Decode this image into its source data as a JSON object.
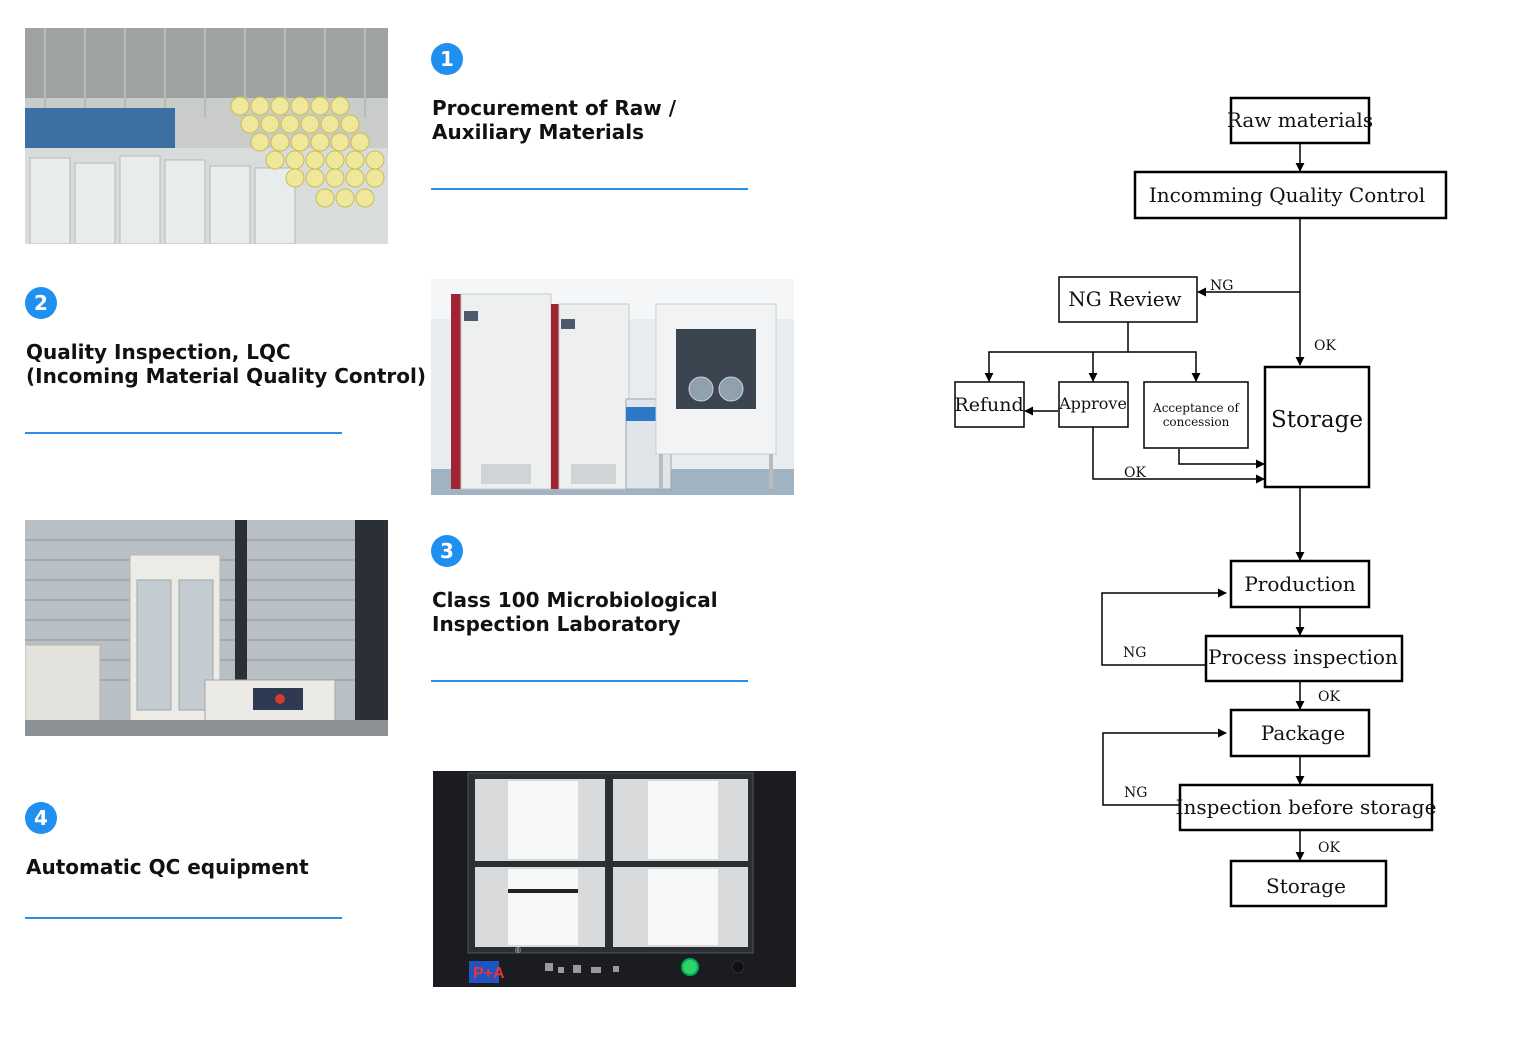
{
  "colors": {
    "accent": "#1f8ff0",
    "underline": "#2a8fe8"
  },
  "steps": [
    {
      "number": "1",
      "title_line1": "Procurement of Raw /",
      "title_line2": "Auxiliary Materials"
    },
    {
      "number": "2",
      "title_line1": "Quality Inspection, LQC",
      "title_line2": "(Incoming Material Quality Control)"
    },
    {
      "number": "3",
      "title_line1": "Class 100 Microbiological",
      "title_line2": "Inspection Laboratory"
    },
    {
      "number": "4",
      "title_line1": "Automatic QC equipment",
      "title_line2": ""
    }
  ],
  "photos": [
    {
      "subject": "raw-materials-warehouse"
    },
    {
      "subject": "inspection-chambers"
    },
    {
      "subject": "microbiological-laboratory"
    },
    {
      "subject": "automatic-qc-monitor",
      "logo_text": "P+A",
      "reg_mark": "®"
    }
  ],
  "flowchart": {
    "raw_materials": "Raw materials",
    "iqc": "Incomming Quality Control",
    "ng_review": "NG Review",
    "refund": "Refund",
    "approve": "Approve",
    "concession_line1": "Acceptance of",
    "concession_line2": "concession",
    "storage_main": "Storage",
    "production": "Production",
    "process_inspection": "Process inspection",
    "package": "Package",
    "inspection_before_storage": "Inspection before storage",
    "storage_final": "Storage",
    "ng": "NG",
    "ok": "OK"
  }
}
